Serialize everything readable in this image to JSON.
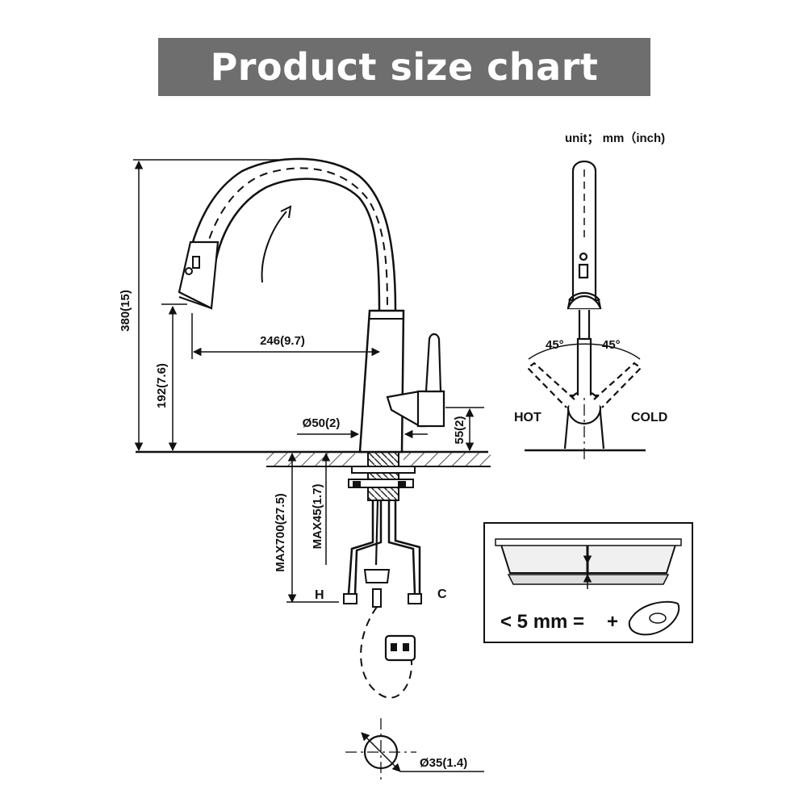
{
  "title": "Product size chart",
  "unit_note": "unit； mm（inch)",
  "dimensions": {
    "height_total": "380(15)",
    "outlet_height": "192(7.6)",
    "spout_reach": "246(9.7)",
    "base_diameter": "Ø50(2)",
    "handle_height": "55(2)",
    "max_hose": "MAX700(27.5)",
    "max_deck": "MAX45(1.7)",
    "hole_diameter": "Ø35(1.4)"
  },
  "labels": {
    "hot_pipe": "H",
    "cold_pipe": "C",
    "hot": "HOT",
    "cold": "COLD",
    "angle_left": "45°",
    "angle_right": "45°"
  },
  "sink_note": {
    "text": "< 5 mm =",
    "plus": "+"
  }
}
